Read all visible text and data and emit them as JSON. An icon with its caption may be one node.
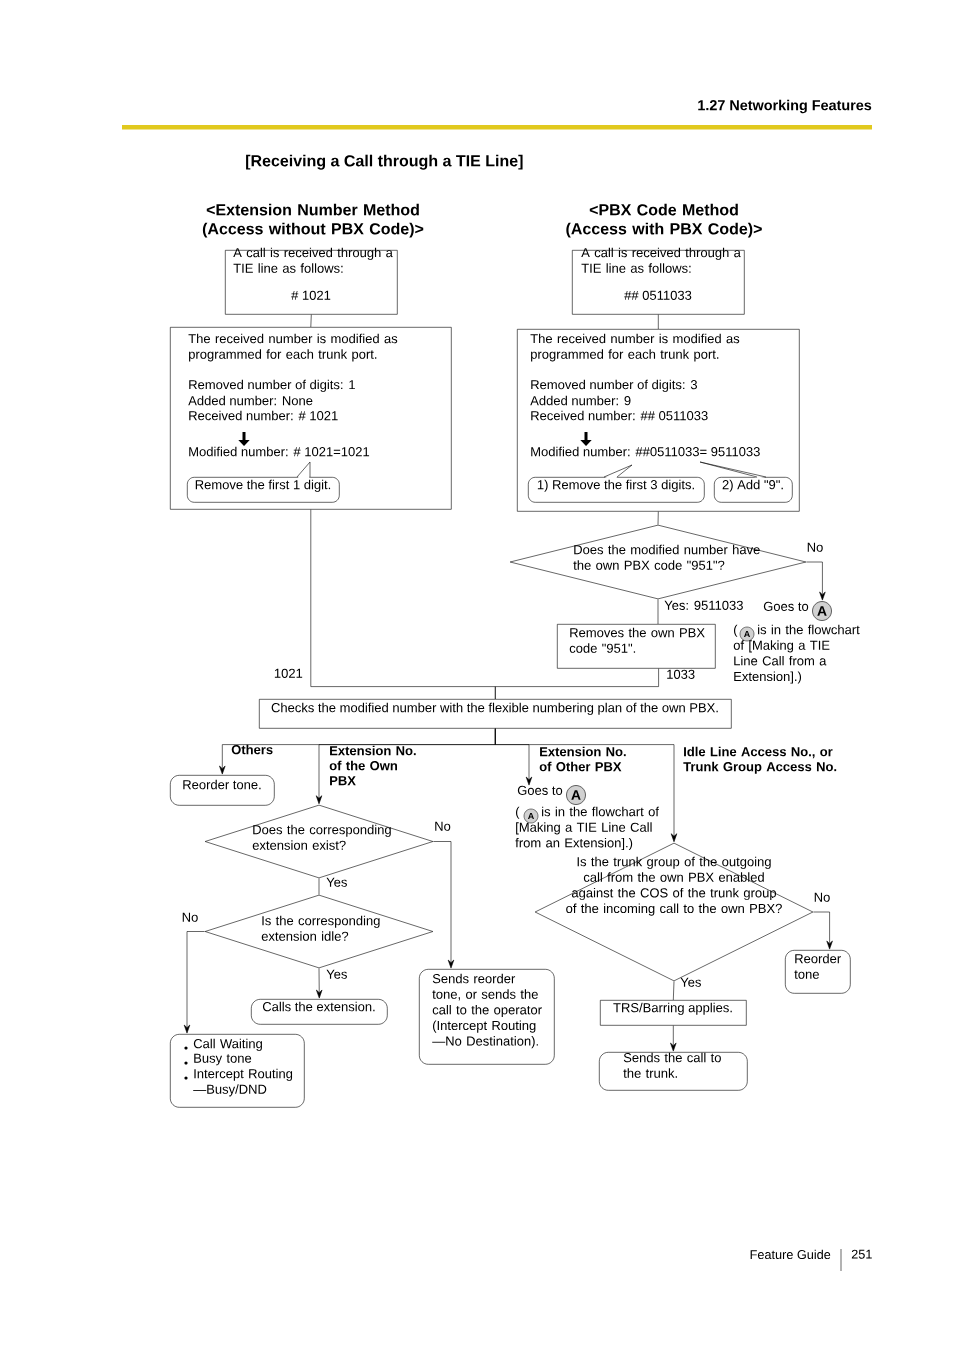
{
  "diagram": {
    "title": "[Receiving a Call through a TIE Line]",
    "nodes": [
      {
        "text": [
          "A call is received through a TIE line as follows:",
          "# 1021"
        ]
      },
      {
        "text": [
          "The received number is modified as programmed for each trunk port.",
          "Removed number of digits: 1",
          "Added number: None",
          "Received number: # 1021",
          "Modified number: # 1021=1021"
        ]
      },
      {
        "text": [
          "Remove the first 1 digit."
        ],
        "in": 1
      },
      {
        "text": [
          "A call is received through a TIE line as follows:",
          "## 0511033"
        ]
      },
      {
        "text": [
          "The received number is modified as programmed for each trunk port.",
          "Removed number of digits: 3",
          "Added number: 9",
          "Received number: ## 0511033",
          "Modified number: ##0511033= 9511033"
        ]
      },
      {
        "text": [
          "1) Remove the first 3 digits."
        ],
        "in": 4
      },
      {
        "text": [
          "2) Add \"9\"."
        ],
        "in": 4
      },
      {
        "text": [
          "Does the modified number have the own PBX code \"951\"?"
        ]
      },
      {
        "text": [
          "Goes to",
          "A"
        ],
        "beside": [
          "(",
          "A",
          "is in the flowchart of [Making a TIE Line Call from a Extension].)"
        ]
      },
      {
        "text": [
          "Removes the own PBX code \"951\"."
        ]
      },
      {
        "text": [
          "Checks the modified number with the flexible numbering plan of the own PBX."
        ]
      },
      {
        "text": [
          "Reorder tone."
        ]
      },
      {
        "text": [
          "Does the corresponding extension exist?"
        ]
      },
      {
        "text": [
          "Is the corresponding extension idle?"
        ]
      },
      {
        "text": [
          "Calls the extension."
        ]
      },
      {
        "text": [
          "Call Waiting",
          "Busy tone",
          "Intercept Routing —Busy/DND"
        ]
      },
      {
        "text": [
          "Sends reorder tone, or sends the call to the operator (Intercept Routing —No Destination)."
        ]
      },
      {
        "text": [
          "Goes to",
          "A"
        ],
        "beside": [
          "(",
          "A",
          "is in the flowchart of [Making a TIE Line Call from an Extension].)"
        ]
      },
      {
        "text": [
          "Is the trunk group of the outgoing call from the own PBX enabled against the COS of the trunk group of the incoming call to the own PBX?"
        ]
      },
      {
        "text": [
          "Reorder tone"
        ]
      },
      {
        "text": [
          "TRS/Barring applies."
        ]
      },
      {
        "text": [
          "Sends the call to the trunk."
        ]
      }
    ],
    "edges": [
      {
        "from": 0,
        "to": 1,
        "arrow": "none"
      },
      {
        "from": 3,
        "to": 4,
        "arrow": "none"
      },
      {
        "from": 4,
        "to": 7,
        "arrow": "none"
      },
      {
        "from": 7,
        "to": 8,
        "arrow": "to",
        "label": "No"
      },
      {
        "from": 7,
        "to": 9,
        "arrow": "none",
        "label": "Yes: 9511033"
      },
      {
        "from": 1,
        "to": 10,
        "arrow": "none",
        "label": "1021"
      },
      {
        "from": 9,
        "to": 10,
        "arrow": "none",
        "label": "1033"
      },
      {
        "from": 10,
        "to": 11,
        "arrow": "to",
        "label": "Others"
      },
      {
        "from": 10,
        "to": 12,
        "arrow": "to",
        "label": "Extension No. of the Own PBX"
      },
      {
        "from": 10,
        "to": 17,
        "arrow": "to",
        "label": "Extension No. of Other PBX"
      },
      {
        "from": 10,
        "to": 18,
        "arrow": "to",
        "label": "Idle Line Access No., or Trunk Group Access No."
      },
      {
        "from": 12,
        "to": 16,
        "arrow": "to",
        "label": "No"
      },
      {
        "from": 12,
        "to": 13,
        "arrow": "none",
        "label": "Yes"
      },
      {
        "from": 13,
        "to": 15,
        "arrow": "to",
        "label": "No"
      },
      {
        "from": 13,
        "to": 14,
        "arrow": "to",
        "label": "Yes"
      },
      {
        "from": 18,
        "to": 19,
        "arrow": "to",
        "label": "No"
      },
      {
        "from": 18,
        "to": 20,
        "arrow": "none",
        "label": "Yes"
      },
      {
        "from": 20,
        "to": 21,
        "arrow": "to"
      }
    ],
    "labels": [
      "1.27 Networking Features",
      "<Extension Number Method (Access without PBX Code)>",
      "<PBX Code Method (Access with PBX Code)>",
      "Feature Guide",
      "251"
    ]
  }
}
